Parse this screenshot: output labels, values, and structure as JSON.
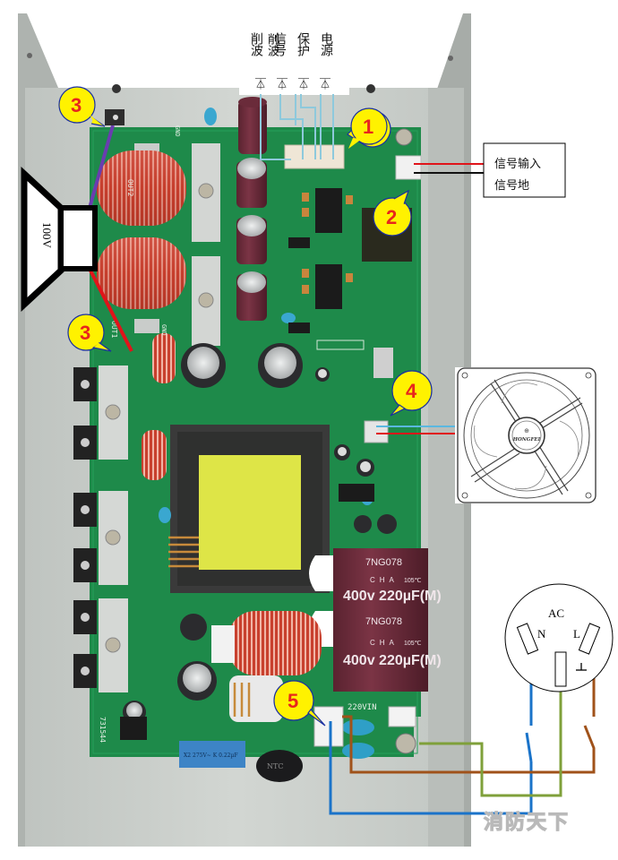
{
  "figure": {
    "title": "Amplifier module wiring diagram",
    "type": "annotated-photo-diagram"
  },
  "indicator_leds": {
    "labels": [
      "削波",
      "信号",
      "保护",
      "电源"
    ],
    "icon": "led-diode-icon"
  },
  "callouts": [
    {
      "number": "1",
      "target": "LED indicator connector"
    },
    {
      "number": "2",
      "target": "signal input connector"
    },
    {
      "number": "3",
      "target": "speaker output OUT2"
    },
    {
      "number": "3",
      "target": "speaker output OUT1"
    },
    {
      "number": "4",
      "target": "fan connector"
    },
    {
      "number": "5",
      "target": "AC 220V input connector"
    }
  ],
  "signal_box": {
    "lines": [
      "信号输入",
      "信号地"
    ]
  },
  "speaker": {
    "label": "100V",
    "icon": "speaker-icon"
  },
  "fan": {
    "brand": "HONGFEI",
    "icon": "fan-icon"
  },
  "ac_socket": {
    "title": "AC",
    "neutral": "N",
    "live": "L",
    "ground_symbol": "⊥"
  },
  "pcb_labels": {
    "out2": "OUT2",
    "out1": "OUT1",
    "gnd": "GND",
    "ac_in": "220VIN",
    "board_id": "731544",
    "ntc": "NTC"
  },
  "capacitors": [
    {
      "code": "7NG078",
      "series": "CHA",
      "temp": "105℃",
      "rating": "400v 220µF(M)"
    },
    {
      "code": "7NG078",
      "series": "CHA",
      "temp": "105℃",
      "rating": "400v 220µF(M)"
    }
  ],
  "x_cap_label": "X2 275V~ K 0.22µF",
  "watermark": "消防天下",
  "colors": {
    "callout_fill": "#fff200",
    "callout_border": "#1a2fa0",
    "callout_number": "#e8261c",
    "pcb_green": "#1e8a4a",
    "chassis": "#c8ccc8",
    "wire_purple": "#6a3db0",
    "wire_red": "#e0141a",
    "wire_blue": "#1a73c9",
    "wire_lightblue": "#5bb8e0",
    "wire_brown": "#a0521a",
    "wire_green": "#7fa03a",
    "led_wire": "#8ec9dc"
  }
}
